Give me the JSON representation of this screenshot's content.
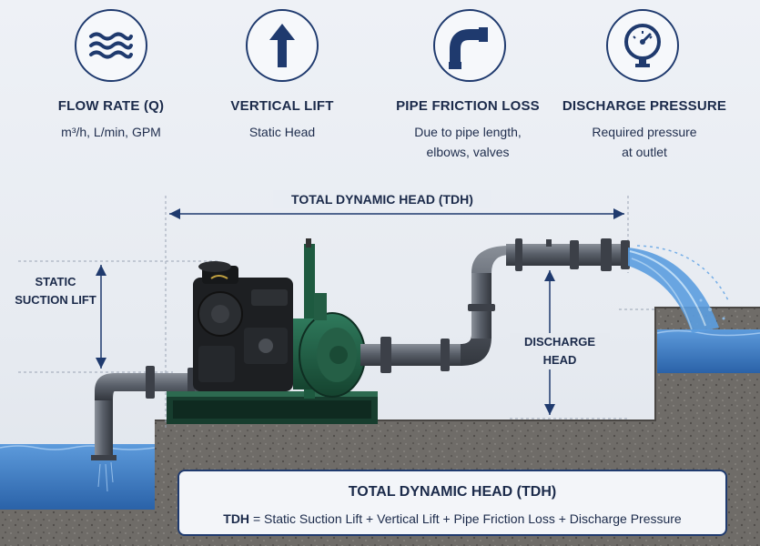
{
  "factors": [
    {
      "icon": "waves-icon",
      "title": "FLOW RATE (Q)",
      "lines": [
        "m³/h, L/min, GPM"
      ]
    },
    {
      "icon": "arrow-up-icon",
      "title": "VERTICAL LIFT",
      "lines": [
        "Static Head"
      ]
    },
    {
      "icon": "pipe-elbow-icon",
      "title": "PIPE FRICTION LOSS",
      "lines": [
        "Due to pipe length,",
        "elbows, valves"
      ]
    },
    {
      "icon": "pressure-gauge-icon",
      "title": "DISCHARGE PRESSURE",
      "lines": [
        "Required pressure",
        "at outlet"
      ]
    }
  ],
  "diagram": {
    "tdh_label": "TOTAL DYNAMIC HEAD (TDH)",
    "suction_label": [
      "STATIC",
      "SUCTION LIFT"
    ],
    "discharge_label": [
      "DISCHARGE",
      "HEAD"
    ]
  },
  "formula": {
    "title": "TOTAL DYNAMIC HEAD (TDH)",
    "lhs": "TDH",
    "rhs": "= Static Suction Lift + Vertical Lift + Pipe Friction Loss + Discharge Pressure"
  },
  "colors": {
    "navy": "#1f3a6e",
    "water": "#3a78c2",
    "pump_green": "#1f5a44",
    "pipe": "#4f5560",
    "ground": "#6d6a66"
  }
}
